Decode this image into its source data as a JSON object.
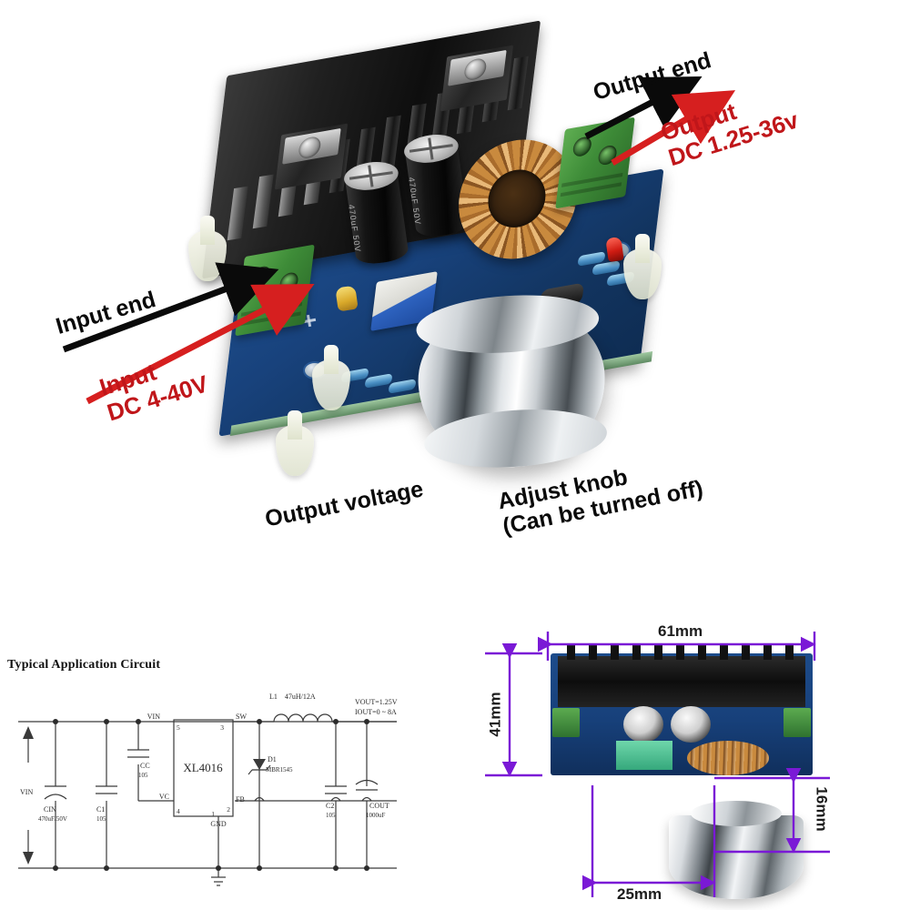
{
  "product_photo": {
    "annotations": [
      {
        "id": "input-end",
        "text": "Input end",
        "color": "#0a0a0a",
        "arrow": "black"
      },
      {
        "id": "input-voltage",
        "text": "Input\nDC 4-40V",
        "color": "#c0161a",
        "arrow": "red"
      },
      {
        "id": "output-end",
        "text": "Output end",
        "color": "#0a0a0a",
        "arrow": "black"
      },
      {
        "id": "output-voltage",
        "text": "Output\nDC 1.25-36v",
        "color": "#c0161a",
        "arrow": "red"
      },
      {
        "id": "output-voltage-pot",
        "text": "Output voltage",
        "color": "#0a0a0a",
        "arrow": "none"
      },
      {
        "id": "adjust-knob",
        "text": "Adjust knob\n(Can be turned off)",
        "color": "#0a0a0a",
        "arrow": "none"
      }
    ],
    "labels": {
      "input_end": "Input end",
      "input_line1": "Input",
      "input_line2": "DC 4-40V",
      "output_end": "Output end",
      "output_line1": "Output",
      "output_line2": "DC 1.25-36v",
      "output_voltage": "Output voltage",
      "adjust_knob_line1": "Adjust knob",
      "adjust_knob_line2": "(Can be turned off)"
    }
  },
  "schematic": {
    "title": "Typical Application Circuit",
    "chip": {
      "name": "XL4016",
      "pins": {
        "vin": "5",
        "sw": "3",
        "vc": "4",
        "fb": "2",
        "gnd": "1"
      }
    },
    "pin_labels": {
      "vin": "VIN",
      "sw": "SW",
      "vc": "VC",
      "fb": "FB",
      "gnd": "GND"
    },
    "nets": {
      "vin": "VIN"
    },
    "components": [
      {
        "ref": "CIN",
        "value": "470uF/50V",
        "type": "capacitor"
      },
      {
        "ref": "C1",
        "value": "105",
        "type": "capacitor"
      },
      {
        "ref": "CC",
        "value": "105",
        "type": "capacitor"
      },
      {
        "ref": "L1",
        "value": "47uH/12A",
        "type": "inductor"
      },
      {
        "ref": "D1",
        "value": "MBR1545",
        "type": "diode"
      },
      {
        "ref": "C2",
        "value": "105",
        "type": "capacitor"
      },
      {
        "ref": "COUT",
        "value": "1000uF",
        "type": "capacitor"
      }
    ],
    "output_notes": {
      "vout": "VOUT=1.25V",
      "iout": "IOUT=0 ~ 8A"
    }
  },
  "dimensions": {
    "width": "61mm",
    "height": "41mm",
    "knob_diameter": "25mm",
    "knob_height": "16mm",
    "accent_color": "#7a19d6"
  }
}
